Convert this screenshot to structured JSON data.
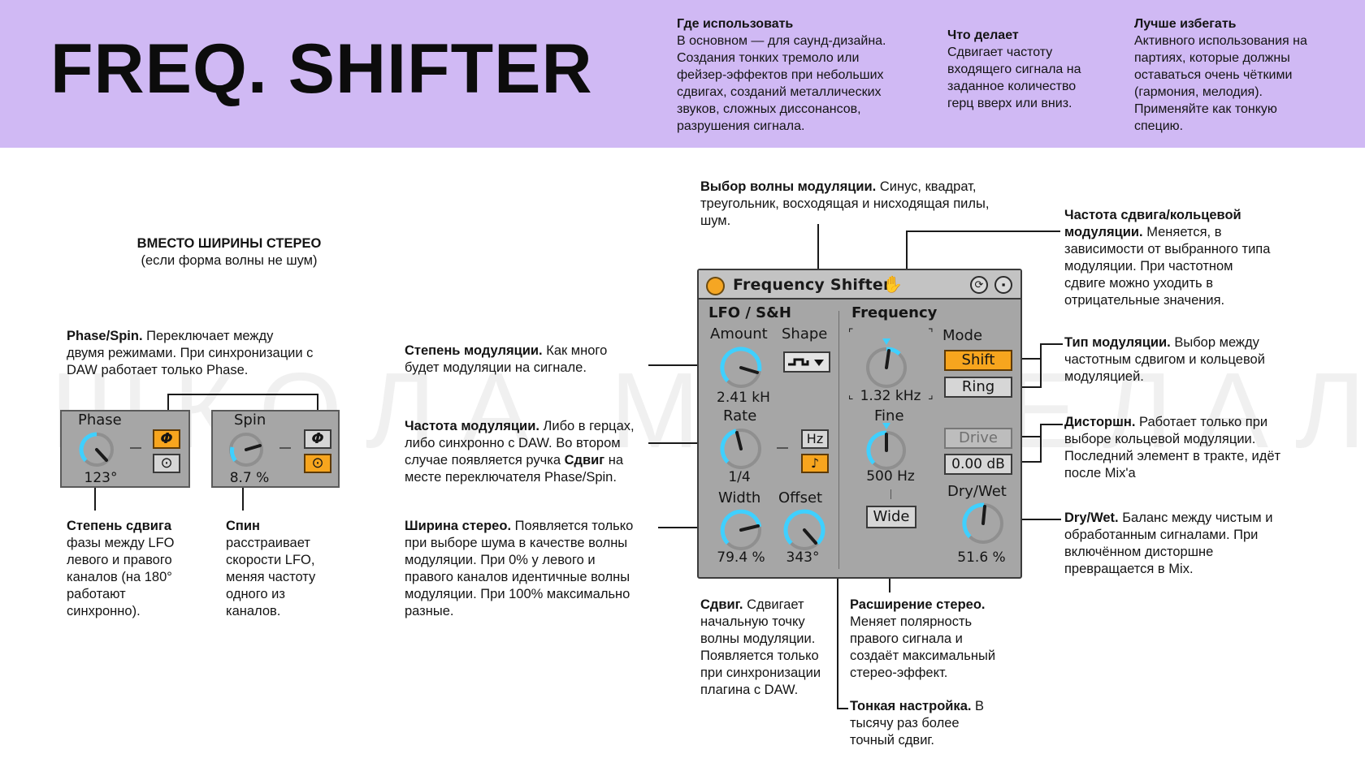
{
  "header": {
    "title": "FREQ. SHIFTER",
    "where": {
      "heading": "Где использовать",
      "lines": [
        "В основном — для саунд-дизайна.",
        "Создания тонких тремоло или",
        "фейзер-эффектов при небольших",
        "сдвигах, созданий металлических",
        "звуков, сложных диссонансов,",
        "разрушения сигнала."
      ]
    },
    "what": {
      "heading": "Что делает",
      "lines": [
        "Сдвигает частоту",
        "входящего сигнала на",
        "заданное количество",
        "герц вверх или вниз."
      ]
    },
    "avoid": {
      "heading": "Лучше избегать",
      "lines": [
        "Активного использования на",
        "партиях, которые должны",
        "оставаться очень чёткими",
        "(гармония, мелодия).",
        "Применяйте как тонкую",
        "специю."
      ]
    }
  },
  "watermark": "ШКОЛА МАСКЕЛАЛАЕ",
  "stereo_block": {
    "heading": "ВМЕСТО ШИРИНЫ СТЕРЕО",
    "subheading": "(если форма волны не шум)",
    "phase_spin": {
      "title": "Phase/Spin.",
      "lines": [
        " Переключает между",
        "двумя режимами. При синхронизации с",
        "DAW работает только Phase."
      ]
    },
    "phase_panel": {
      "label": "Phase",
      "value": "123°",
      "icon_phase": "Φ",
      "icon_spin": "⊙"
    },
    "spin_panel": {
      "label": "Spin",
      "value": "8.7 %",
      "icon_phase": "Φ",
      "icon_spin": "⊙"
    },
    "phase_desc": {
      "title": "Степень сдвига",
      "lines": [
        "фазы между LFO",
        "левого и правого",
        "каналов (на 180°",
        "работают",
        "синхронно)."
      ]
    },
    "spin_desc": {
      "title": "Спин",
      "lines": [
        "расстраивает",
        "скорости LFO,",
        "меняя частоту",
        "одного из",
        "каналов."
      ]
    }
  },
  "annotations": {
    "wave": {
      "title": "Выбор волны модуляции.",
      "lines": [
        " Синус, квадрат,",
        "треугольник, восходящая и нисходящая пилы,",
        "шум."
      ]
    },
    "amount": {
      "title": "Степень модуляции.",
      "lines": [
        " Как много",
        "будет модуляции на сигнале."
      ]
    },
    "rate": {
      "title": "Частота модуляции.",
      "lines": [
        " Либо в герцах,",
        "либо синхронно с DAW. Во втором",
        "случае появляется ручка ",
        "на",
        "месте переключателя Phase/Spin."
      ],
      "bold_word": "Сдвиг"
    },
    "width": {
      "title": "Ширина стерео.",
      "lines": [
        " Появляется только",
        "при выборе шума в качестве волны",
        "модуляции. При 0% у левого и",
        "правого каналов идентичные волны",
        "модуляции. При 100% максимально",
        "разные."
      ]
    },
    "offset": {
      "title": "Сдвиг.",
      "lines": [
        " Сдвигает",
        "начальную точку",
        "волны модуляции.",
        "Появляется только",
        "при синхронизации",
        "плагина с DAW."
      ]
    },
    "wide": {
      "title": "Расширение стерео.",
      "lines": [
        "Меняет полярность",
        "правого сигнала и",
        "создаёт максимальный",
        "стерео-эффект."
      ]
    },
    "fine": {
      "title": "Тонкая настройка.",
      "lines": [
        " В",
        "тысячу раз более",
        "точный сдвиг."
      ]
    },
    "frequency": {
      "title": "Частота сдвига/кольцевой",
      "lines": [
        "модуляции.",
        " Меняется, в",
        "зависимости от выбранного типа",
        "модуляции. При частотном",
        "сдвиге можно уходить в",
        "отрицательные значения."
      ]
    },
    "mode": {
      "title": "Тип модуляции.",
      "lines": [
        " Выбор между",
        "частотным сдвигом и кольцевой",
        "модуляцией."
      ]
    },
    "drive": {
      "title": "Дисторшн.",
      "lines": [
        " Работает только при",
        "выборе кольцевой модуляции.",
        "Последний элемент в тракте, идёт",
        "после Mix'a"
      ]
    },
    "drywet": {
      "title": "Dry/Wet.",
      "lines": [
        " Баланс между чистым и",
        "обработанным сигналами. При",
        "включённом дисторшне",
        "превращается в Mix."
      ]
    }
  },
  "device": {
    "title": "Frequency Shifter",
    "lfo_section": "LFO / S&H",
    "freq_section": "Frequency",
    "amount": {
      "label": "Amount",
      "value": "2.41 kH",
      "level": 0.82
    },
    "shape": {
      "label": "Shape"
    },
    "rate": {
      "label": "Rate",
      "value": "1/4",
      "level": 0.42,
      "unit_hz": "Hz",
      "unit_note": "♪"
    },
    "width": {
      "label": "Width",
      "value": "79.4 %",
      "level": 0.79
    },
    "offset": {
      "label": "Offset",
      "value": "343°",
      "level": 0.95
    },
    "frequency": {
      "value": "1.32 kHz",
      "level": 0.52
    },
    "mode": {
      "label": "Mode",
      "shift": "Shift",
      "ring": "Ring"
    },
    "fine": {
      "label": "Fine",
      "value": "500 Hz",
      "level": 0.5
    },
    "drive": {
      "label": "Drive",
      "value": "0.00 dB"
    },
    "wide": {
      "label": "Wide"
    },
    "drywet": {
      "label": "Dry/Wet",
      "value": "51.6 %",
      "level": 0.52
    }
  },
  "colors": {
    "header_bg": "#d0b9f4",
    "knob_arc": "#3fd0ff",
    "accent_orange": "#f7a51e"
  }
}
